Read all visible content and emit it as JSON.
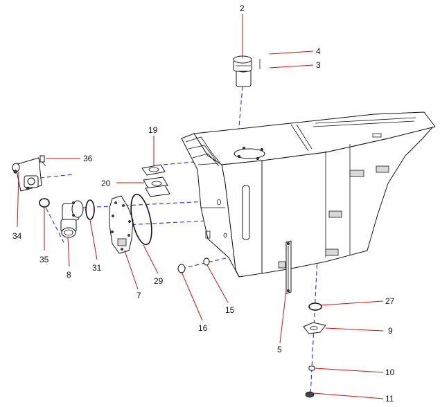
{
  "callouts": {
    "c2": "2",
    "c3": "3",
    "c4": "4",
    "c5": "5",
    "c7": "7",
    "c8": "8",
    "c9": "9",
    "c10": "10",
    "c11": "11",
    "c15": "15",
    "c16": "16",
    "c19": "19",
    "c20": "20",
    "c27": "27",
    "c29": "29",
    "c31": "31",
    "c34": "34",
    "c35": "35",
    "c36": "36"
  },
  "colors": {
    "leader": "#cc1111",
    "assembly_line": "#2233cc",
    "part_outline": "#111111"
  }
}
